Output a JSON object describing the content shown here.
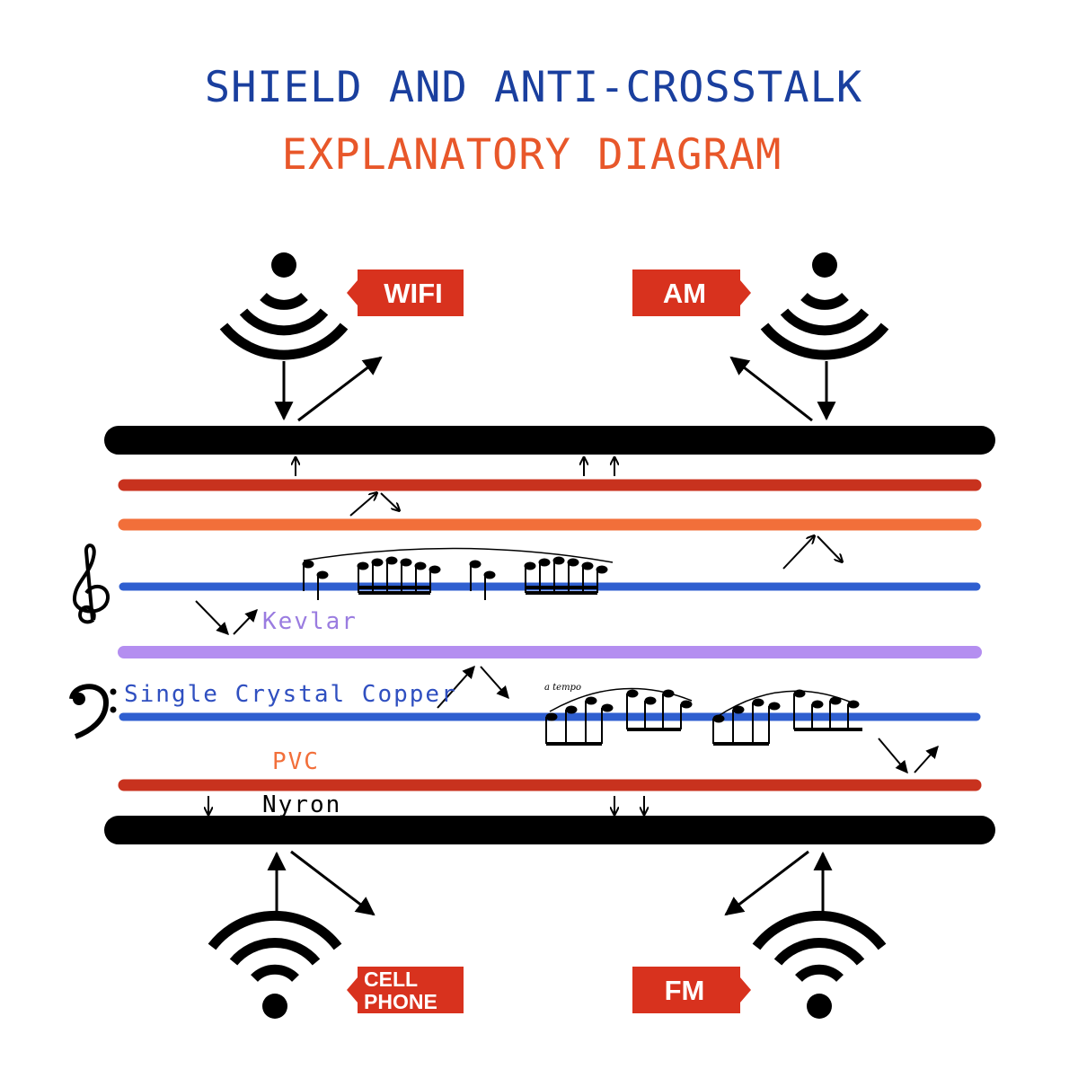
{
  "title": {
    "line1": "SHIELD AND ANTI-CROSSTALK",
    "line2": "EXPLANATORY DIAGRAM",
    "line1_color": "#1a3f9e",
    "line2_color": "#e8572a"
  },
  "signals": {
    "top_left": {
      "label": "WIFI",
      "icon": "broadcast-arc-icon"
    },
    "top_right": {
      "label": "AM",
      "icon": "broadcast-arc-icon"
    },
    "bottom_left": {
      "label_line1": "CELL",
      "label_line2": "PHONE",
      "icon": "wifi-signal-icon"
    },
    "bottom_right": {
      "label": "FM",
      "icon": "wifi-signal-icon"
    }
  },
  "layers": {
    "kevlar": "Kevlar",
    "copper": "Single Crystal Copper",
    "pvc": "PVC",
    "nylon": "Nyron",
    "music_annotation": "a tempo"
  },
  "colors": {
    "shield_black": "#000000",
    "red_layer": "#c8321e",
    "orange_layer": "#f26f3a",
    "blue_layer": "#2f5fd0",
    "kevlar_purple": "#b48ef0",
    "kevlar_text": "#9a7ce0",
    "copper_text": "#2f4fc0",
    "pvc_text": "#f26f3a",
    "tag_red": "#d8321e"
  }
}
